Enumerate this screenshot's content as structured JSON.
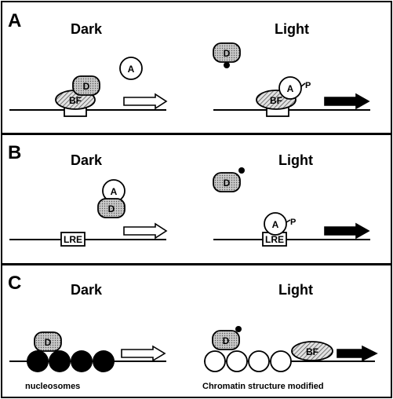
{
  "panels": [
    {
      "letter": "A",
      "dark_label": "Dark",
      "light_label": "Light",
      "dark": {
        "d": "D",
        "a": "A",
        "bf": "BF"
      },
      "light": {
        "d": "D",
        "a": "A",
        "p": "P",
        "bf": "BF"
      }
    },
    {
      "letter": "B",
      "dark_label": "Dark",
      "light_label": "Light",
      "dark": {
        "a": "A",
        "d": "D",
        "lre": "LRE"
      },
      "light": {
        "d": "D",
        "a": "A",
        "p": "P",
        "lre": "LRE"
      }
    },
    {
      "letter": "C",
      "dark_label": "Dark",
      "light_label": "Light",
      "dark": {
        "d": "D",
        "caption": "nucleosomes"
      },
      "light": {
        "d": "D",
        "bf": "BF",
        "caption": "Chromatin structure modified"
      }
    }
  ]
}
